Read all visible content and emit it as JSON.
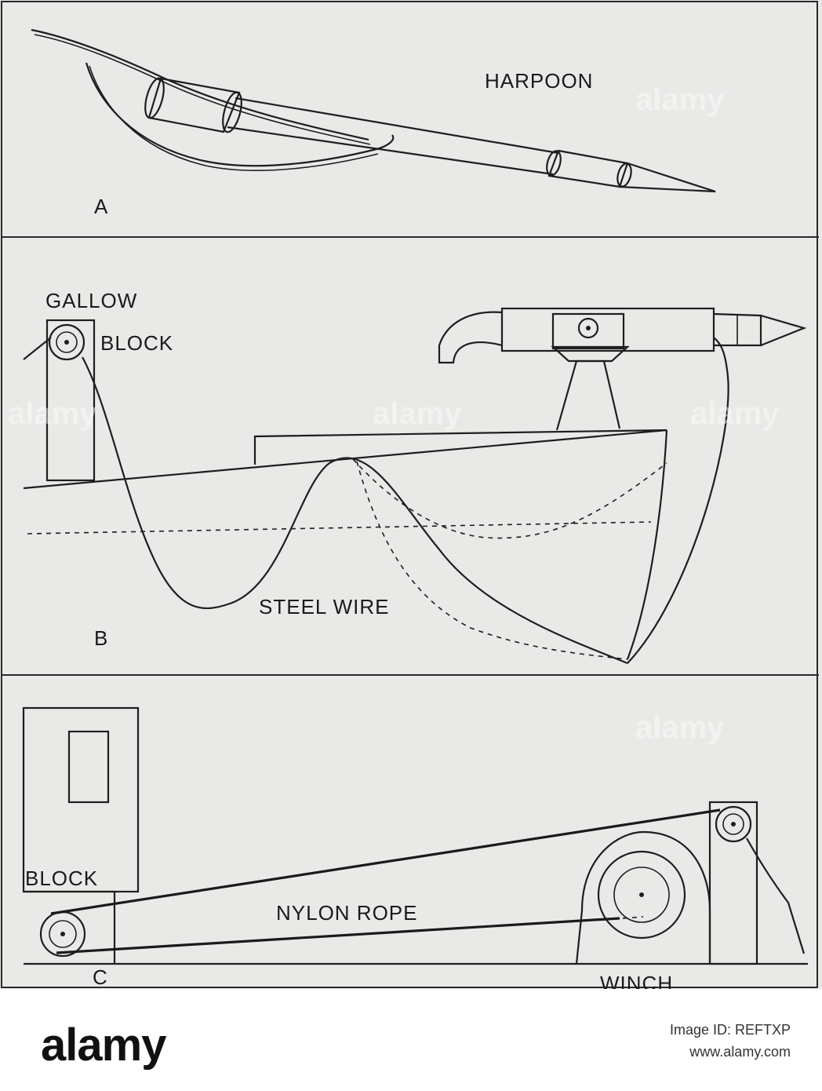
{
  "panels": {
    "a": {
      "letter": "A",
      "label_harpoon": "HARPOON"
    },
    "b": {
      "letter": "B",
      "label_gallow": "GALLOW",
      "label_block": "BLOCK",
      "label_steel_wire": "STEEL WIRE"
    },
    "c": {
      "letter": "C",
      "label_block": "BLOCK",
      "label_nylon_rope": "NYLON ROPE",
      "label_winch": "WINCH"
    }
  },
  "watermark": {
    "text": "alamy"
  },
  "footer": {
    "brand": "alamy",
    "image_id_line": "Image ID: REFTXP",
    "site": "www.alamy.com"
  }
}
